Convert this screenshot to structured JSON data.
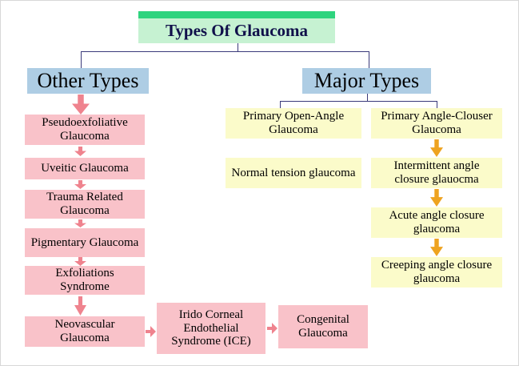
{
  "title": "Types Of Glaucoma",
  "other": {
    "label": "Other Types",
    "items": [
      "Pseudoexfoliative Glaucoma",
      "Uveitic Glaucoma",
      "Trauma Related Glaucoma",
      "Pigmentary Glaucoma",
      "Exfoliations Syndrome",
      "Neovascular Glaucoma"
    ],
    "chain": [
      "Irido Corneal Endothelial Syndrome (ICE)",
      "Congenital Glaucoma"
    ]
  },
  "major": {
    "label": "Major Types",
    "open_angle": [
      "Primary Open-Angle Glaucoma",
      "Normal tension glaucoma"
    ],
    "angle_closure": [
      "Primary Angle-Clouser Glaucoma",
      "Intermittent angle closure glauocma",
      "Acute angle closure glaucoma",
      "Creeping angle closure glaucoma"
    ]
  },
  "colors": {
    "title_bar": "#2ed47e",
    "title_bg": "#c6f2d2",
    "title_text": "#10104a",
    "branch_bg": "#aecde4",
    "other_box_bg": "#f9c2c9",
    "major_box_bg": "#fbfbca",
    "pink_arrow": "#ef838e",
    "orange_arrow": "#eea320",
    "line": "#3a3a7a"
  }
}
